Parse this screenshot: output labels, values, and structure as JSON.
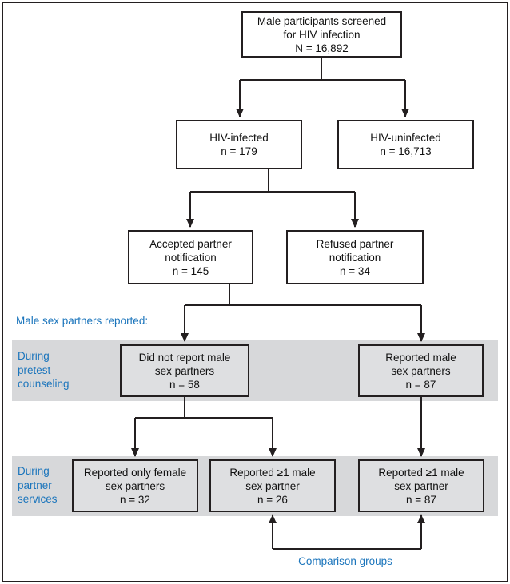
{
  "colors": {
    "ink": "#231f20",
    "accent": "#1b75bc",
    "band": "#d7d8da",
    "node_gray": "#dedfe1"
  },
  "labels": {
    "section_note": "Male sex partners reported:",
    "band_pretest": "During\npretest\ncounseling",
    "band_partner": "During\npartner\nservices",
    "comparison": "Comparison groups"
  },
  "nodes": {
    "screened": {
      "text": "Male participants screened\nfor HIV infection\nN = 16,892",
      "n": 16892
    },
    "hiv_infected": {
      "text": "HIV-infected\nn = 179",
      "n": 179
    },
    "hiv_uninfected": {
      "text": "HIV-uninfected\nn = 16,713",
      "n": 16713
    },
    "accepted_pn": {
      "text": "Accepted partner\nnotification\nn = 145",
      "n": 145
    },
    "refused_pn": {
      "text": "Refused partner\nnotification\nn = 34",
      "n": 34
    },
    "did_not_report_male": {
      "text": "Did not report male\nsex partners\nn = 58",
      "n": 58
    },
    "reported_male": {
      "text": "Reported male\nsex partners\nn = 87",
      "n": 87
    },
    "female_only": {
      "text": "Reported only female\nsex partners\nn = 32",
      "n": 32
    },
    "male_ge1_n26": {
      "text": "Reported ≥1 male\nsex partner\nn = 26",
      "n": 26
    },
    "male_ge1_n87": {
      "text": "Reported ≥1 male\nsex partner\nn = 87",
      "n": 87
    }
  },
  "edges": [
    {
      "from": "screened",
      "to": "hiv_infected"
    },
    {
      "from": "screened",
      "to": "hiv_uninfected"
    },
    {
      "from": "hiv_infected",
      "to": "accepted_pn"
    },
    {
      "from": "hiv_infected",
      "to": "refused_pn"
    },
    {
      "from": "accepted_pn",
      "to": "did_not_report_male"
    },
    {
      "from": "accepted_pn",
      "to": "reported_male"
    },
    {
      "from": "did_not_report_male",
      "to": "female_only"
    },
    {
      "from": "did_not_report_male",
      "to": "male_ge1_n26"
    },
    {
      "from": "reported_male",
      "to": "male_ge1_n87"
    },
    {
      "type": "comparison",
      "between": [
        "male_ge1_n26",
        "male_ge1_n87"
      ],
      "label": "Comparison groups"
    }
  ]
}
